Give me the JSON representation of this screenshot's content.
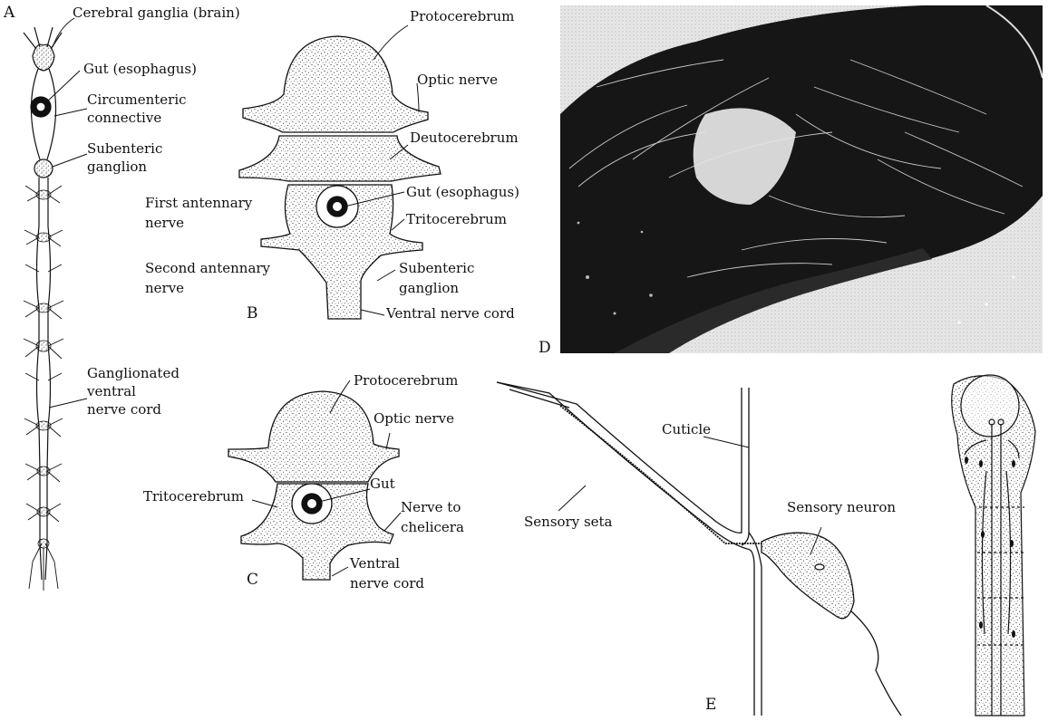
{
  "panels": {
    "a": {
      "letter": "A",
      "labels": {
        "cerebral": "Cerebral ganglia (brain)",
        "gut": "Gut (esophagus)",
        "circum1": "Circumenteric",
        "circum2": "connective",
        "subent1": "Subenteric",
        "subent2": "ganglion",
        "gvnc1": "Ganglionated",
        "gvnc2": "ventral",
        "gvnc3": "nerve cord"
      }
    },
    "b": {
      "letter": "B",
      "labels": {
        "proto": "Protocerebrum",
        "optic": "Optic nerve",
        "deuto": "Deutocerebrum",
        "first1": "First antennary",
        "first2": "nerve",
        "gut": "Gut (esophagus)",
        "trito": "Tritocerebrum",
        "second1": "Second antennary",
        "second2": "nerve",
        "subent1": "Subenteric",
        "subent2": "ganglion",
        "ventral": "Ventral nerve cord"
      }
    },
    "c": {
      "letter": "C",
      "labels": {
        "proto": "Protocerebrum",
        "optic": "Optic nerve",
        "gut": "Gut",
        "trito": "Tritocerebrum",
        "chel1": "Nerve to",
        "chel2": "chelicera",
        "vent1": "Ventral",
        "vent2": "nerve cord"
      }
    },
    "d": {
      "letter": "D"
    },
    "e": {
      "letter": "E",
      "labels": {
        "cuticle": "Cuticle",
        "seta": "Sensory seta",
        "neuron": "Sensory neuron"
      }
    }
  },
  "colors": {
    "ink": "#111111",
    "stipple": "#333333",
    "photo_dark": "#151515",
    "photo_light": "#e4e4e4"
  }
}
